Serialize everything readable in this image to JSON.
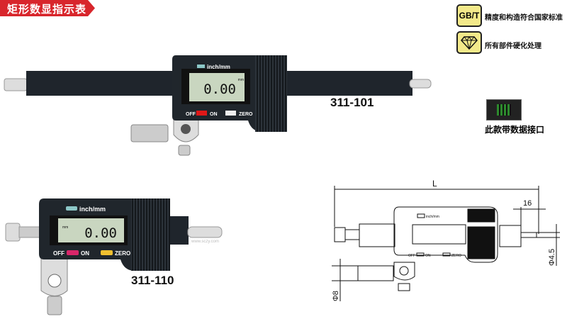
{
  "header": {
    "title": "矩形数显指示表",
    "color": "#d8262c"
  },
  "features": [
    {
      "icon": "gbt-standard-icon",
      "badge": "GB/T",
      "text": "精度和构造符合国家标准"
    },
    {
      "icon": "diamond-icon",
      "text": "所有部件硬化处理"
    }
  ],
  "interface": {
    "icon": "data-port-icon",
    "text": "此款带数据接口"
  },
  "products": [
    {
      "model": "311-101",
      "unit_label": "inch/mm",
      "reading": "0.00",
      "unit": "mm",
      "off": "OFF",
      "on": "ON",
      "zero": "ZERO"
    },
    {
      "model": "311-110",
      "unit_label": "inch/mm",
      "reading": "0.00",
      "unit": "mm",
      "off": "OFF",
      "on": "ON",
      "zero": "ZERO"
    }
  ],
  "drawing": {
    "length_label": "L",
    "dim_16": "16",
    "dia_tip": "Φ4.5",
    "dia_rod": "Φ8",
    "unit_label": "inch/mm",
    "off": "OFF",
    "on": "ON",
    "zero": "ZERO"
  },
  "watermark": {
    "url": "www.sczy.com"
  }
}
